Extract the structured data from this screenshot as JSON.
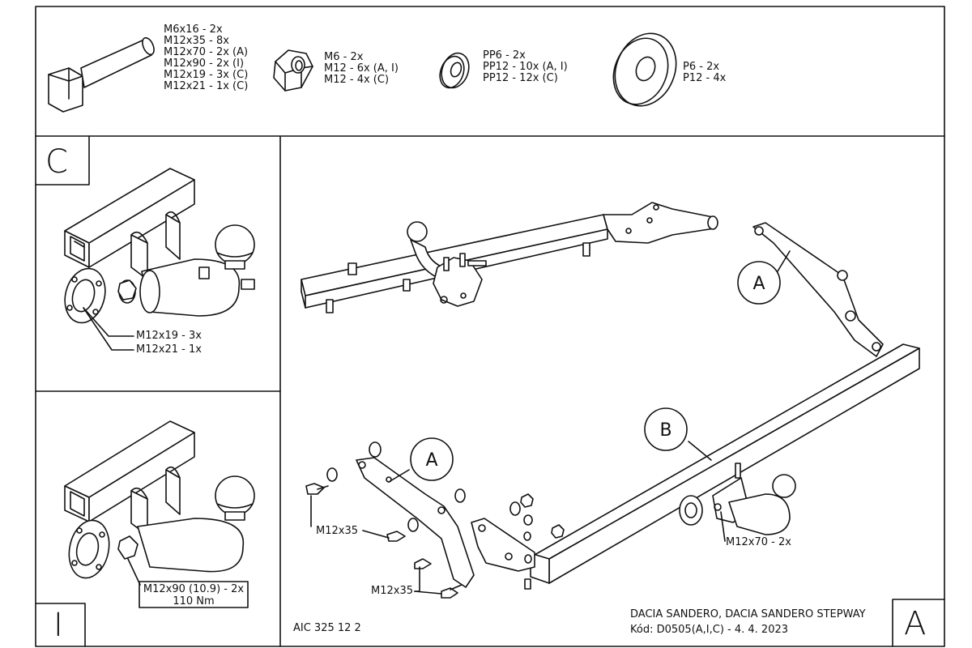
{
  "hardware": {
    "bolts": [
      "M6x16 - 2x",
      "M12x35 - 8x",
      "M12x70 - 2x (A)",
      "M12x90 - 2x (I)",
      "M12x19 - 3x (C)",
      "M12x21 - 1x (C)"
    ],
    "nuts": [
      "M6 - 2x",
      "M12 - 6x (A, I)",
      "M12 - 4x (C)"
    ],
    "washers": [
      "PP6 - 2x",
      "PP12 - 10x (A, I)",
      "PP12 - 12x (C)"
    ],
    "plates": [
      "P6 - 2x",
      "P12 - 4x"
    ]
  },
  "panel_c": {
    "letter": "C",
    "label1": "M12x19 - 3x",
    "label2": "M12x21 - 1x"
  },
  "panel_i": {
    "letter": "I",
    "label1": "M12x90 (10.9) - 2x",
    "label2": "110 Nm"
  },
  "main": {
    "letter": "A",
    "callout_a_top": "A",
    "callout_a_bottom": "A",
    "callout_b": "B",
    "label_m12x35_1": "M12x35",
    "label_m12x35_2": "M12x35",
    "label_m12x70": "M12x70 - 2x",
    "code": "AIC 325 12 2",
    "vehicle": "DACIA SANDERO, DACIA SANDERO STEPWAY",
    "kod": "Kód: D0505(A,I,C) - 4. 4. 2023"
  }
}
